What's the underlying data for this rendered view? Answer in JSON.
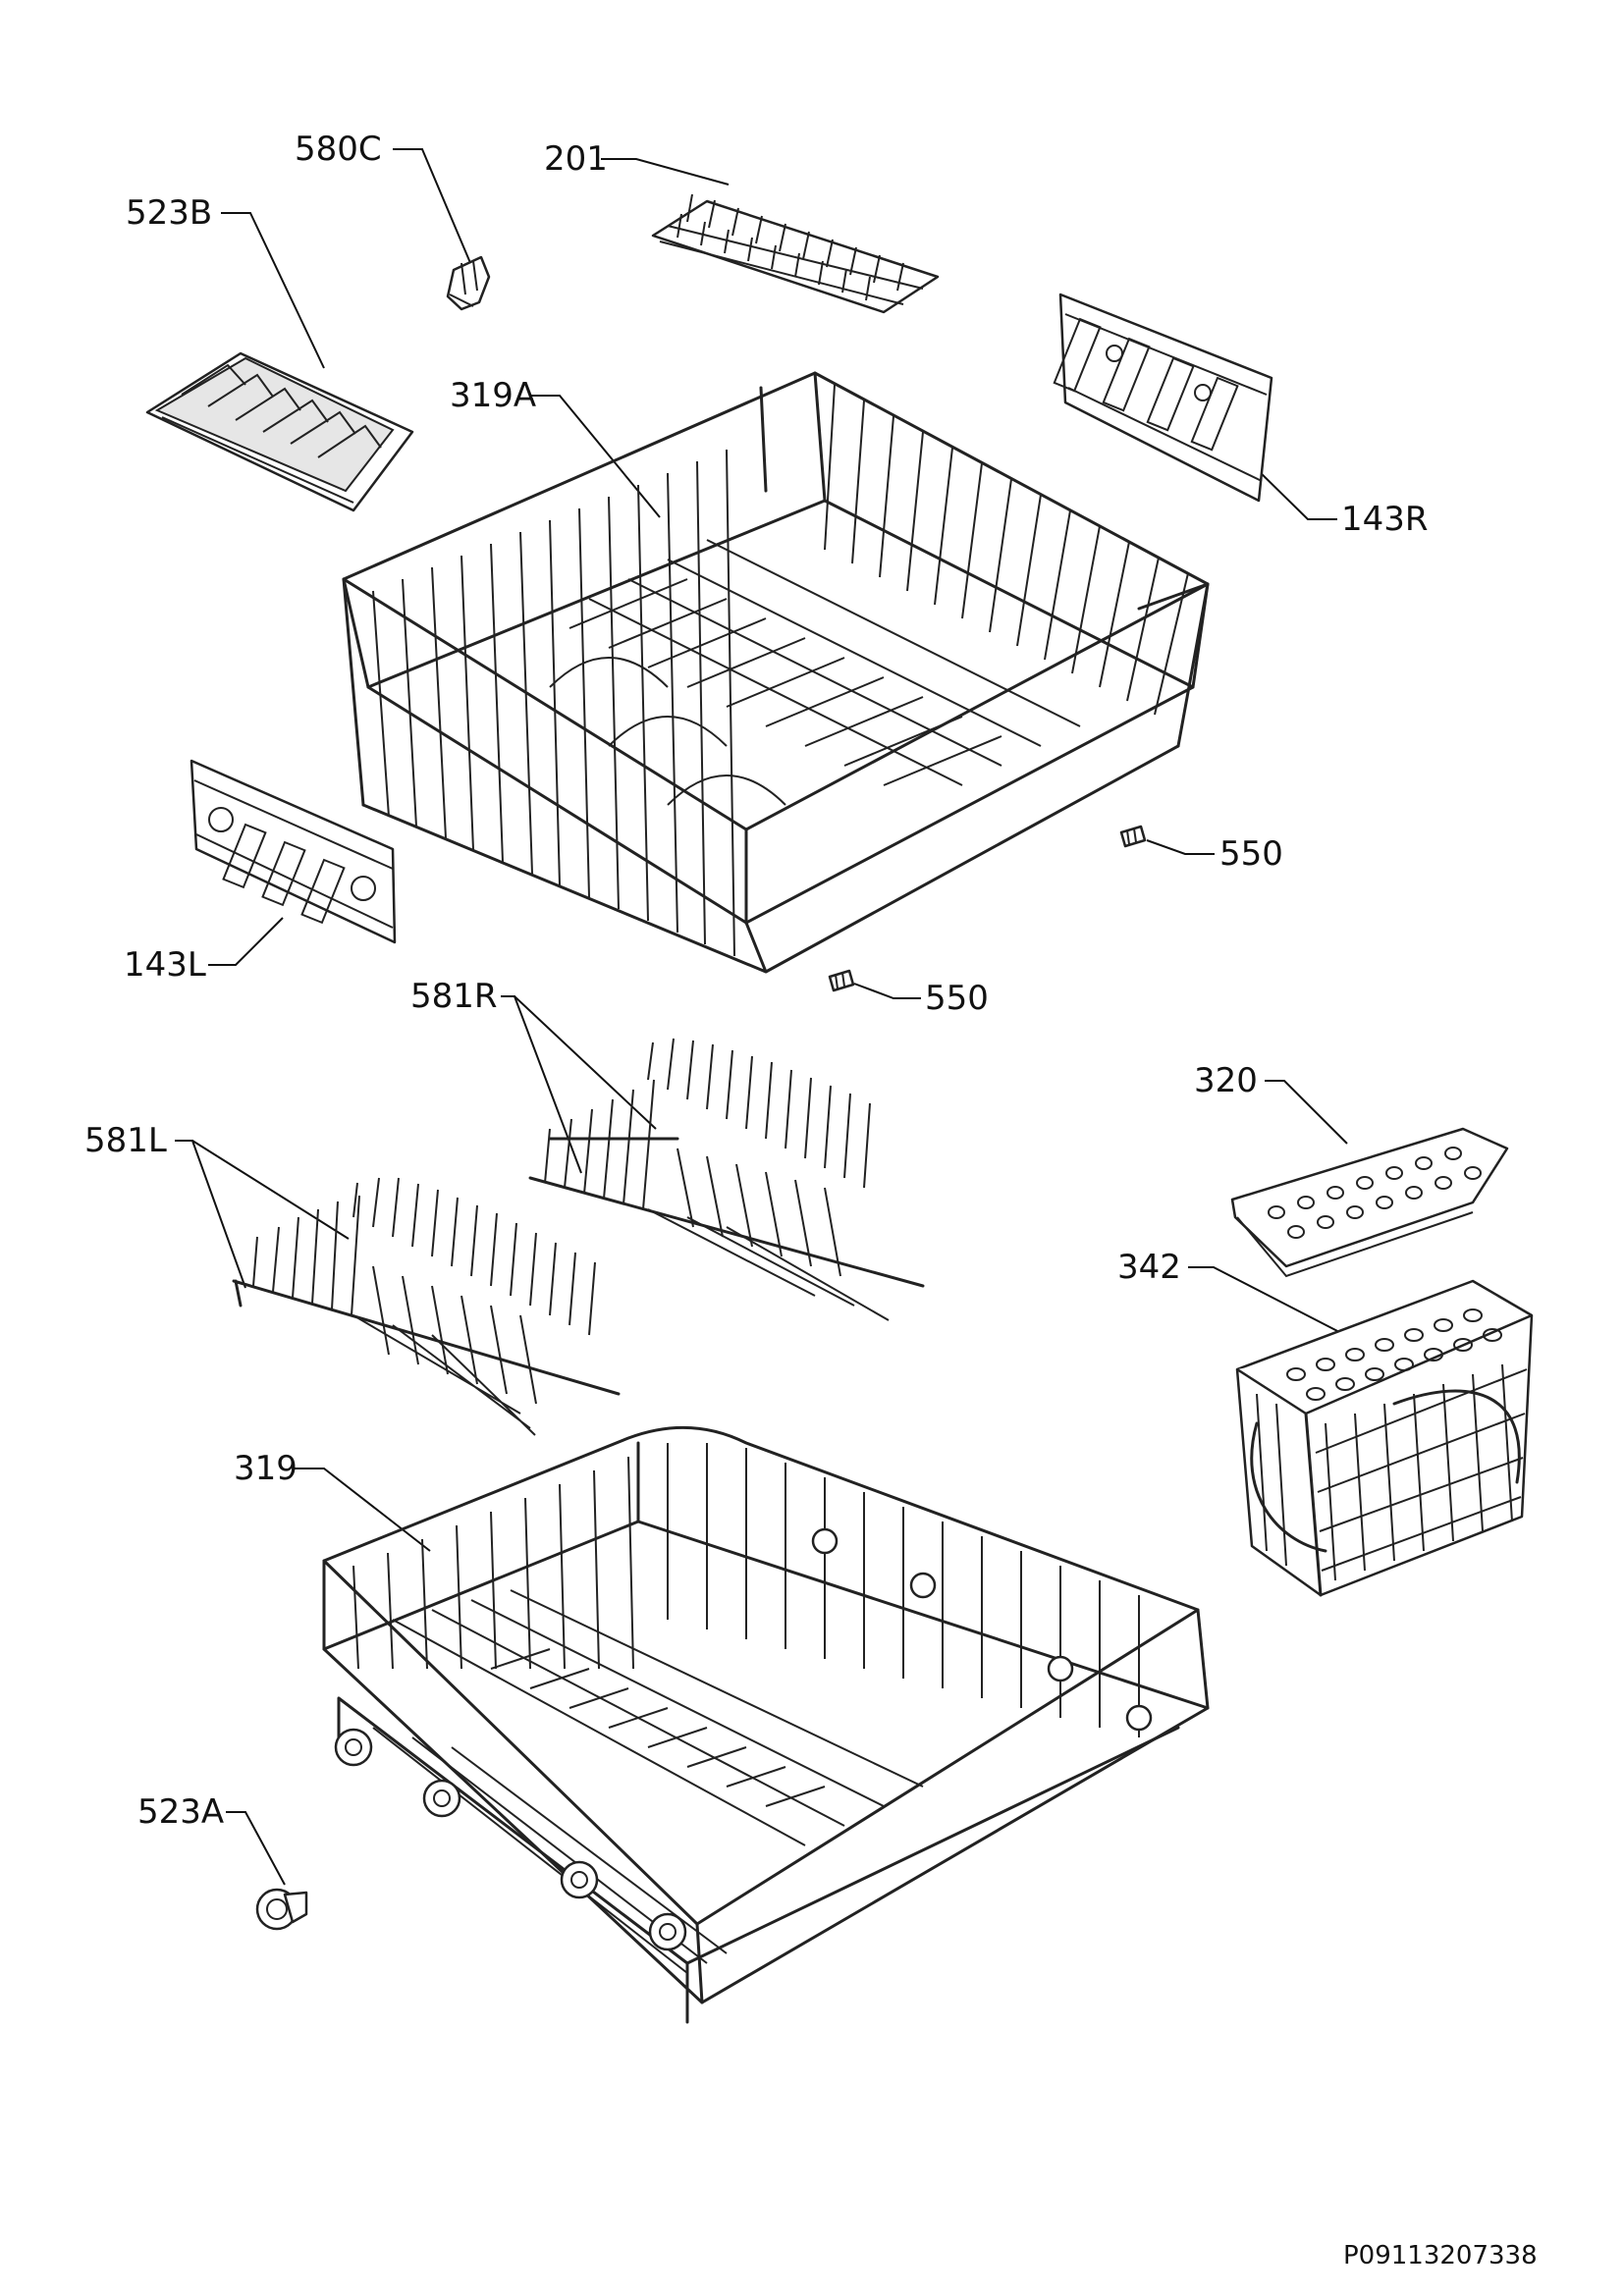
{
  "labels": {
    "l580C": "580C",
    "l201": "201",
    "l523B": "523B",
    "l319A": "319A",
    "l143R": "143R",
    "l550a": "550",
    "l143L": "143L",
    "l550b": "550",
    "l581R": "581R",
    "l320": "320",
    "l581L": "581L",
    "l342": "342",
    "l319": "319",
    "l523A": "523A"
  },
  "document_code": "P09113207338"
}
